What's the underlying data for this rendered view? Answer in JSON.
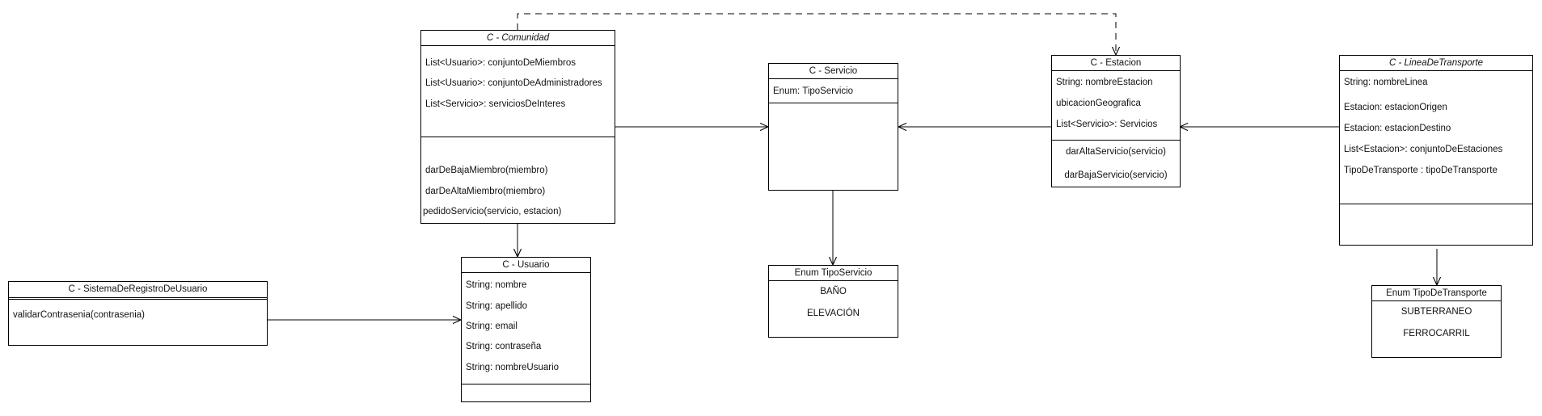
{
  "classes": {
    "comunidad": {
      "title": "C  -  Comunidad",
      "attributes": [
        "List<Usuario>: conjuntoDeMiembros",
        "List<Usuario>: conjuntoDeAdministradores",
        "List<Servicio>: serviciosDeInteres"
      ],
      "methods": [
        "darDeBajaMiembro(miembro)",
        "darDeAltaMiembro(miembro)",
        "pedidoServicio(servicio, estacion)"
      ]
    },
    "servicio": {
      "title": "C  -  Servicio",
      "attributes": [
        "Enum: TipoServicio"
      ]
    },
    "estacion": {
      "title": "C  -  Estacion",
      "attributes": [
        "String: nombreEstacion",
        "ubicacionGeografica",
        "List<Servicio>: Servicios"
      ],
      "methods": [
        "darAltaServicio(servicio)",
        "darBajaServicio(servicio)"
      ]
    },
    "linea": {
      "title": "C  -  LineaDeTransporte",
      "attributes": [
        "String: nombreLinea",
        "Estacion: estacionOrigen",
        "Estacion: estacionDestino",
        "List<Estacion>: conjuntoDeEstaciones",
        "TipoDeTransporte : tipoDeTransporte"
      ]
    },
    "usuario": {
      "title": "C  -  Usuario",
      "attributes": [
        "String: nombre",
        "String: apellido",
        "String: email",
        "String: contraseña",
        "String: nombreUsuario"
      ]
    },
    "registro": {
      "title": "C  -  SistemaDeRegistroDeUsuario",
      "methods": [
        "validarContrasenia(contrasenia)"
      ]
    }
  },
  "enums": {
    "tipoServicio": {
      "title": "Enum TipoServicio",
      "values": [
        "BAÑO",
        "ELEVACIÓN"
      ]
    },
    "tipoTransporte": {
      "title": "Enum TipoDeTransporte",
      "values": [
        "SUBTERRANEO",
        "FERROCARRIL"
      ]
    }
  }
}
